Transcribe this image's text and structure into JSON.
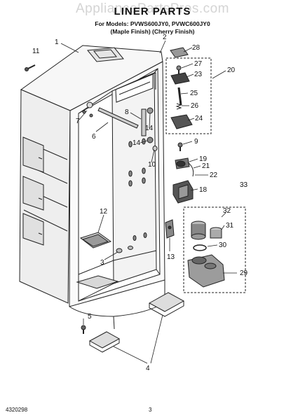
{
  "header": {
    "watermark": "AppliancePartsPros.com",
    "title": "LINER PARTS",
    "models": "For Models: PVWS600JY0, PVWC600JY0",
    "finishes": "(Maple Finish)  (Cherry Finish)"
  },
  "callouts": [
    "1",
    "2",
    "3",
    "4",
    "5",
    "6",
    "7",
    "8",
    "9",
    "10",
    "11",
    "12",
    "13",
    "14",
    "14",
    "18",
    "19",
    "20",
    "21",
    "22",
    "23",
    "24",
    "25",
    "26",
    "27",
    "28",
    "29",
    "30",
    "31",
    "32",
    "33"
  ],
  "footer": {
    "doc_number": "4320298",
    "page_number": "3"
  }
}
